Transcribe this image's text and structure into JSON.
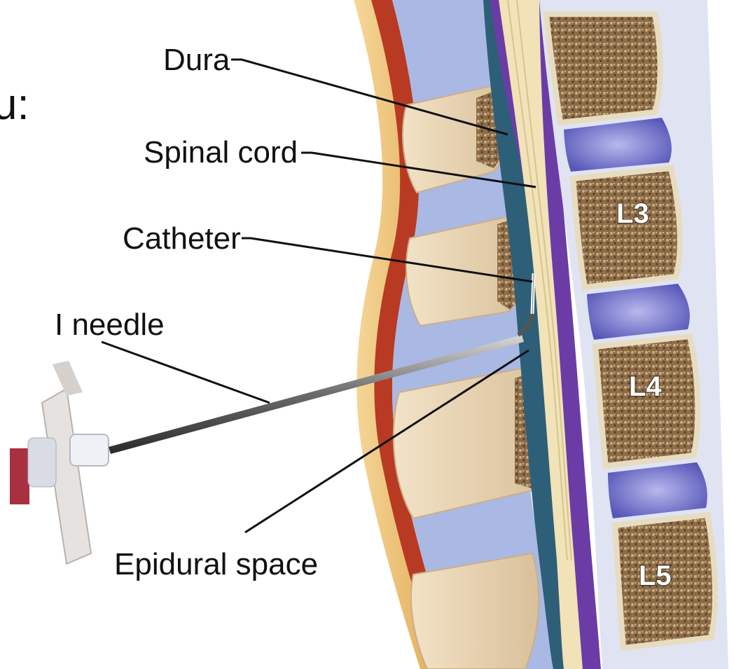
{
  "slide_fragment": "u:",
  "labels": {
    "dura": "Dura",
    "spinal_cord": "Spinal cord",
    "catheter": "Catheter",
    "needle": "I needle",
    "epidural_space": "Epidural space"
  },
  "vertebrae": [
    "L3",
    "L4",
    "L5"
  ],
  "colors": {
    "bone": "#e6d2b2",
    "bone_marrow": "#7a5a3a",
    "disc": "#6f6fc8",
    "dura": "#6b3ca6",
    "csf": "#2e5f78",
    "cord": "#f1e2b8",
    "skin_red": "#b83a22",
    "fat": "#e9b866",
    "ligament": "#9fb0de"
  },
  "icons": [
    "syringe-hub-icon",
    "needle-icon",
    "catheter-icon"
  ]
}
